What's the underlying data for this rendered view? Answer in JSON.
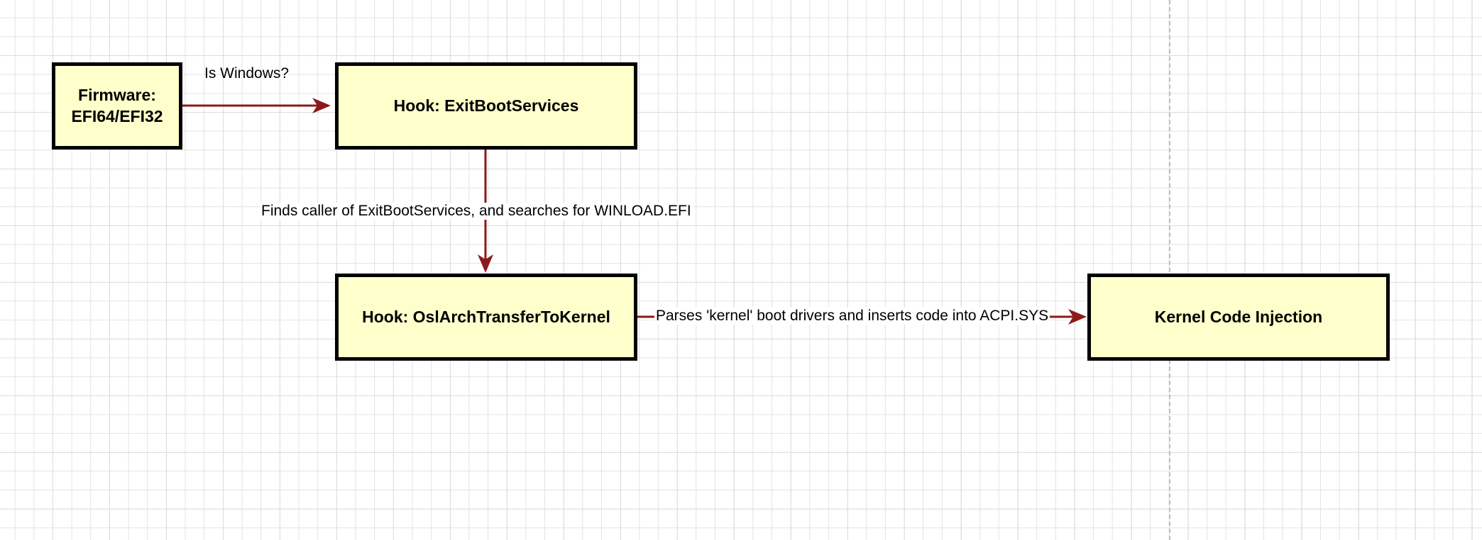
{
  "diagram": {
    "colors": {
      "node_fill": "#ffffcc",
      "node_border": "#000000",
      "edge": "#8b1a1a"
    },
    "nodes": {
      "firmware": {
        "line1": "Firmware:",
        "line2": "EFI64/EFI32"
      },
      "exitboot": {
        "label": "Hook: ExitBootServices"
      },
      "oslarch": {
        "label": "Hook: OslArchTransferToKernel"
      },
      "kernel": {
        "label": "Kernel Code Injection"
      }
    },
    "edges": {
      "firmware_to_exitboot": "Is Windows?",
      "exitboot_to_oslarch": "Finds caller of ExitBootServices, and searches for WINLOAD.EFI",
      "oslarch_to_kernel": "Parses 'kernel' boot drivers and inserts code into ACPI.SYS"
    }
  }
}
